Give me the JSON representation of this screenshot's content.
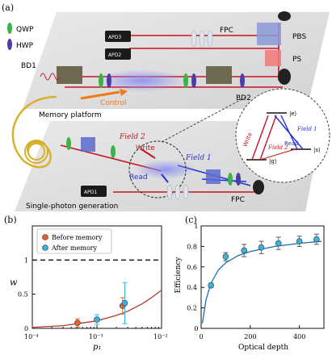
{
  "panel_a": {
    "label": "(a)",
    "legend": {
      "qwp": "QWP",
      "hwp": "HWP"
    },
    "components": {
      "apd3": "APD3",
      "apd2": "APD2",
      "apd1": "APD1",
      "fpc_top": "FPC",
      "fpc_bottom": "FPC",
      "pbs": "PBS",
      "ps": "PS",
      "bd1": "BD1",
      "bd2": "BD2"
    },
    "control": "Control",
    "memory_platform": "Memory platform",
    "single_photon_generation": "Single-photon generation",
    "field1": "Field 1",
    "field2": "Field 2",
    "write": "Write",
    "read": "Read",
    "level_diagram": {
      "excited": "|e⟩",
      "s": "|s⟩",
      "g": "|g⟩",
      "write": "Write",
      "read": "Read",
      "field1": "Field 1",
      "field2": "Field 2"
    },
    "colors": {
      "red": "#c8141e",
      "blue": "#2233d4",
      "orange": "#f07a10",
      "green": "#3bb24a",
      "purple": "#4a3ea8"
    }
  },
  "chart_data": [
    {
      "panel": "(b)",
      "type": "scatter",
      "xlabel": "p₁",
      "ylabel": "w",
      "xscale": "log",
      "xlim": [
        0.0001,
        0.01
      ],
      "ylim": [
        0,
        1.5
      ],
      "xticks": [
        "10⁻⁴",
        "10⁻³",
        "10⁻²"
      ],
      "yticks": [
        "0",
        "0.5",
        "1"
      ],
      "legend_position": "top-left",
      "series": [
        {
          "name": "Before memory",
          "color": "#e8612c",
          "points": [
            {
              "x": 0.0005,
              "y": 0.08,
              "err": 0.06
            },
            {
              "x": 0.0025,
              "y": 0.33,
              "err": 0.12
            }
          ]
        },
        {
          "name": "After memory",
          "color": "#3ab3dc",
          "points": [
            {
              "x": 0.001,
              "y": 0.13,
              "err": 0.07
            },
            {
              "x": 0.0027,
              "y": 0.37,
              "err": 0.3
            }
          ]
        }
      ],
      "fit_curve": {
        "color": "#b03a2e",
        "points": [
          [
            0.0001,
            0.015
          ],
          [
            0.0003,
            0.04
          ],
          [
            0.001,
            0.11
          ],
          [
            0.002,
            0.19
          ],
          [
            0.003,
            0.25
          ],
          [
            0.005,
            0.36
          ],
          [
            0.007,
            0.45
          ],
          [
            0.01,
            0.56
          ]
        ]
      },
      "reference_line": {
        "y": 1,
        "style": "dashed"
      }
    },
    {
      "panel": "(c)",
      "type": "scatter",
      "xlabel": "Optical depth",
      "ylabel": "Efficiency",
      "xlim": [
        0,
        500
      ],
      "ylim": [
        0,
        1
      ],
      "xticks": [
        "0",
        "200",
        "400"
      ],
      "yticks": [
        "0",
        "0.2",
        "0.4",
        "0.6",
        "0.8",
        "1"
      ],
      "series": [
        {
          "name": "",
          "color": "#3ab3dc",
          "points": [
            {
              "x": 40,
              "y": 0.42,
              "err": 0.02
            },
            {
              "x": 100,
              "y": 0.7,
              "err": 0.04
            },
            {
              "x": 175,
              "y": 0.76,
              "err": 0.06
            },
            {
              "x": 245,
              "y": 0.79,
              "err": 0.06
            },
            {
              "x": 315,
              "y": 0.83,
              "err": 0.06
            },
            {
              "x": 400,
              "y": 0.85,
              "err": 0.05
            },
            {
              "x": 470,
              "y": 0.87,
              "err": 0.05
            }
          ]
        }
      ],
      "fit_curve": {
        "color": "#1a6fb0",
        "points": [
          [
            5,
            0.05
          ],
          [
            20,
            0.28
          ],
          [
            40,
            0.44
          ],
          [
            70,
            0.57
          ],
          [
            100,
            0.64
          ],
          [
            150,
            0.71
          ],
          [
            200,
            0.75
          ],
          [
            300,
            0.8
          ],
          [
            400,
            0.83
          ],
          [
            490,
            0.85
          ]
        ]
      }
    }
  ]
}
